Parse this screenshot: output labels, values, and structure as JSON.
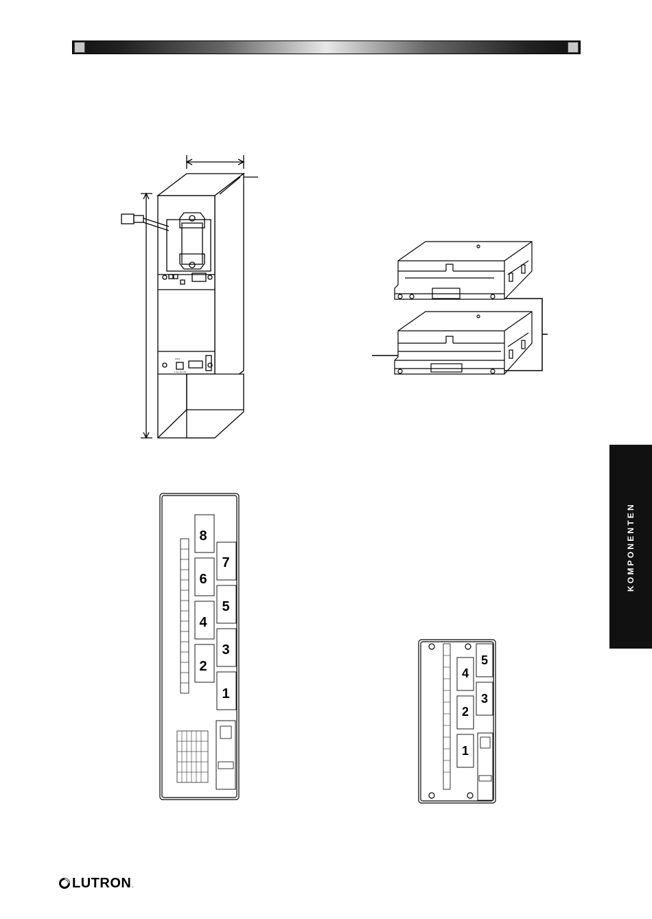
{
  "side_tab": {
    "label": "KOMPONENTEN"
  },
  "footer": {
    "logo_text": "LUTRON",
    "logo_mark": "."
  },
  "figures": {
    "large_panel": {
      "module_numbers": [
        "8",
        "7",
        "6",
        "5",
        "4",
        "3",
        "2",
        "1"
      ]
    },
    "small_panel": {
      "module_numbers": [
        "4",
        "5",
        "3",
        "2",
        "1"
      ]
    }
  }
}
